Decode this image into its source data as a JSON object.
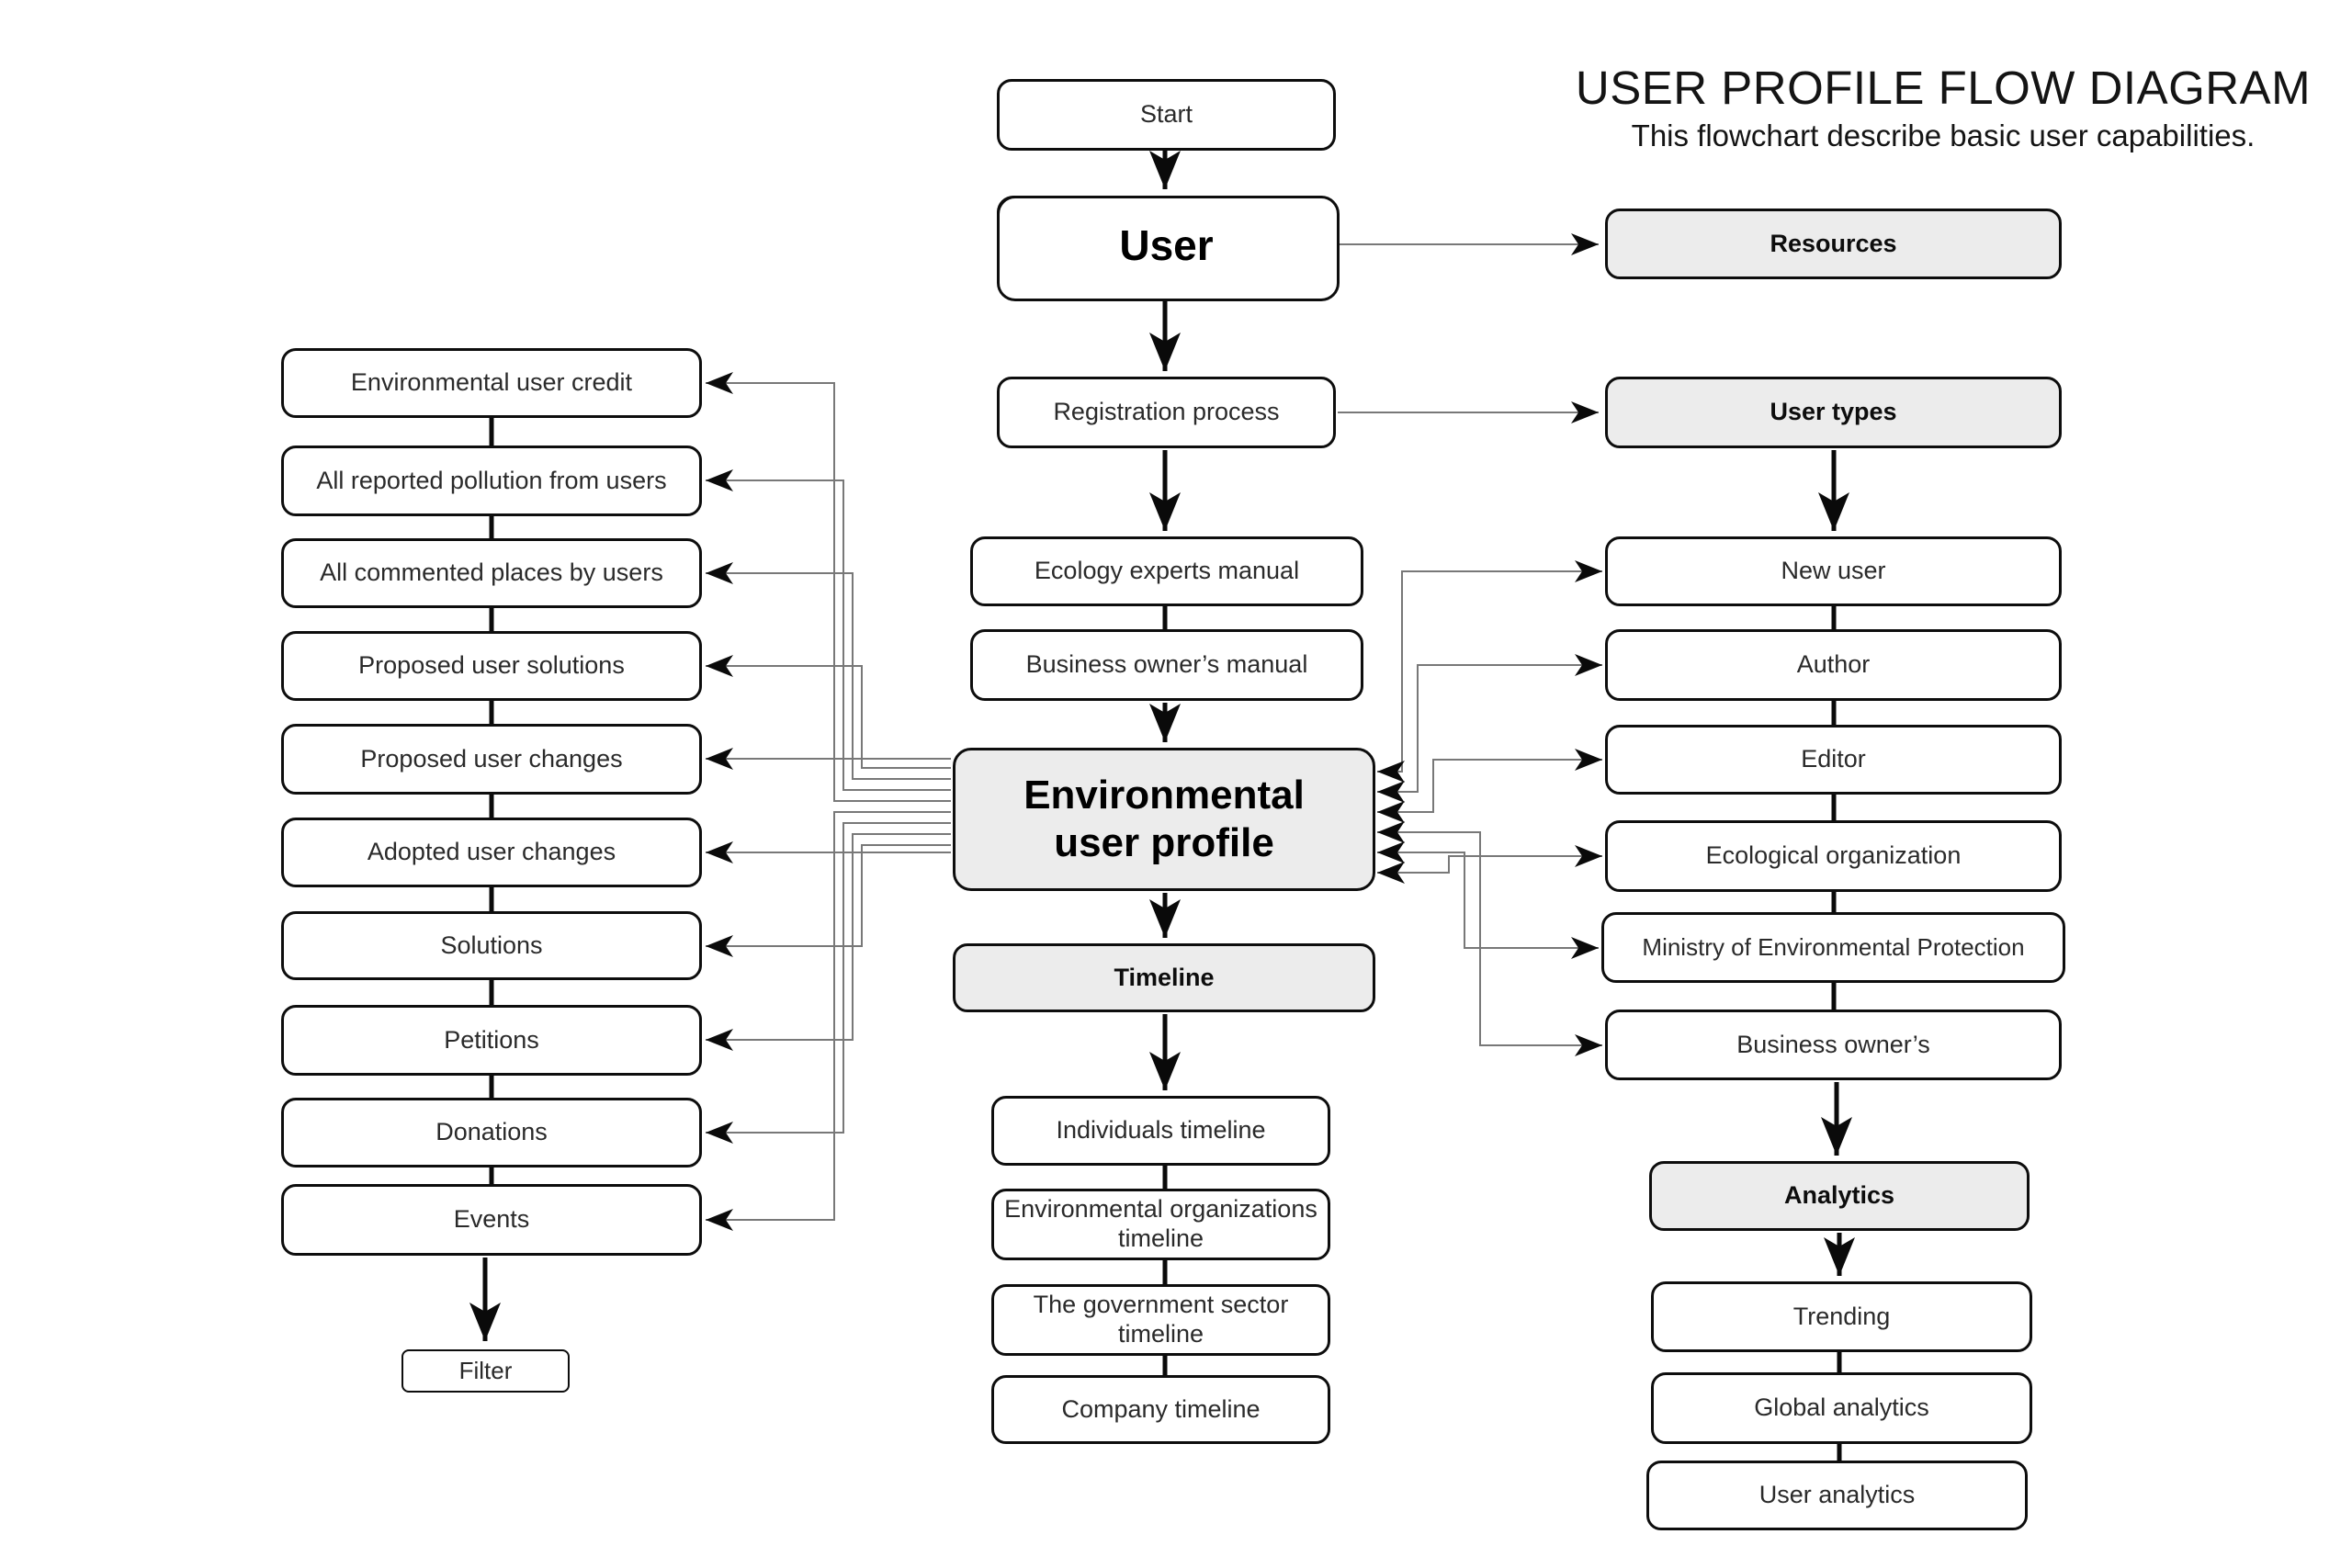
{
  "header": {
    "title": "USER PROFILE FLOW DIAGRAM",
    "subtitle": "This flowchart describe basic user capabilities."
  },
  "main_flow": {
    "start": "Start",
    "user": "User",
    "registration": "Registration process",
    "ecology_manual": "Ecology experts manual",
    "business_manual": "Business owner’s manual",
    "profile": "Environmental user profile",
    "timeline": "Timeline",
    "individuals_timeline": "Individuals timeline",
    "organizations_timeline": "Environmental organizations timeline",
    "government_timeline": "The government sector timeline",
    "company_timeline": "Company timeline"
  },
  "resources": {
    "label": "Resources"
  },
  "user_types": {
    "header": "User types",
    "items": [
      "New user",
      "Author",
      "Editor",
      "Ecological organization",
      "Ministry of Environmental Protection",
      "Business owner’s"
    ]
  },
  "analytics": {
    "header": "Analytics",
    "items": [
      "Trending",
      "Global analytics",
      "User analytics"
    ]
  },
  "profile_links": [
    "Environmental user credit",
    "All reported pollution from users",
    "All commented places by users",
    "Proposed user solutions",
    "Proposed user changes",
    "Adopted user changes",
    "Solutions",
    "Petitions",
    "Donations",
    "Events"
  ],
  "filter": {
    "label": "Filter"
  },
  "colors": {
    "node_fill": "#ffffff",
    "accent_fill": "#ececec",
    "stroke": "#0d0d0d",
    "connector": "#787878"
  }
}
